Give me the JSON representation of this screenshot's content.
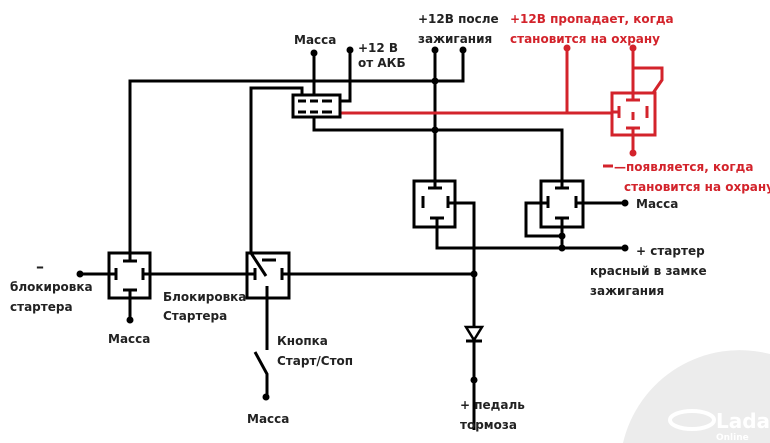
{
  "labels": {
    "massa_top": "Масса",
    "plus12_akb_1": "+12 В",
    "plus12_akb_2": "от АКБ",
    "ign_1": "+12В после",
    "ign_2": "зажигания",
    "alarm_plus_1": "+12В пропадает, когда",
    "alarm_plus_2": "становится на охрану",
    "alarm_minus_1": "—появляется, когда",
    "alarm_minus_2": "становится на охрану",
    "massa_right": "Масса",
    "starter_1": "+ стартер",
    "starter_2": "красный в замке",
    "starter_3": "зажигания",
    "block_minus": "–",
    "block_1": "блокировка",
    "block_2": "стартера",
    "massa_left": "Масса",
    "block_relay_1": "Блокировка",
    "block_relay_2": "Стартера",
    "button_1": "Кнопка",
    "button_2": "Старт/Стоп",
    "massa_bottom": "Масса",
    "brake_1": "+ педаль",
    "brake_2": "тормоза"
  },
  "watermark": {
    "brand": "Lada",
    "sub": "Online"
  },
  "colors": {
    "wire": "#000000",
    "alarm_wire": "#d3232b"
  }
}
